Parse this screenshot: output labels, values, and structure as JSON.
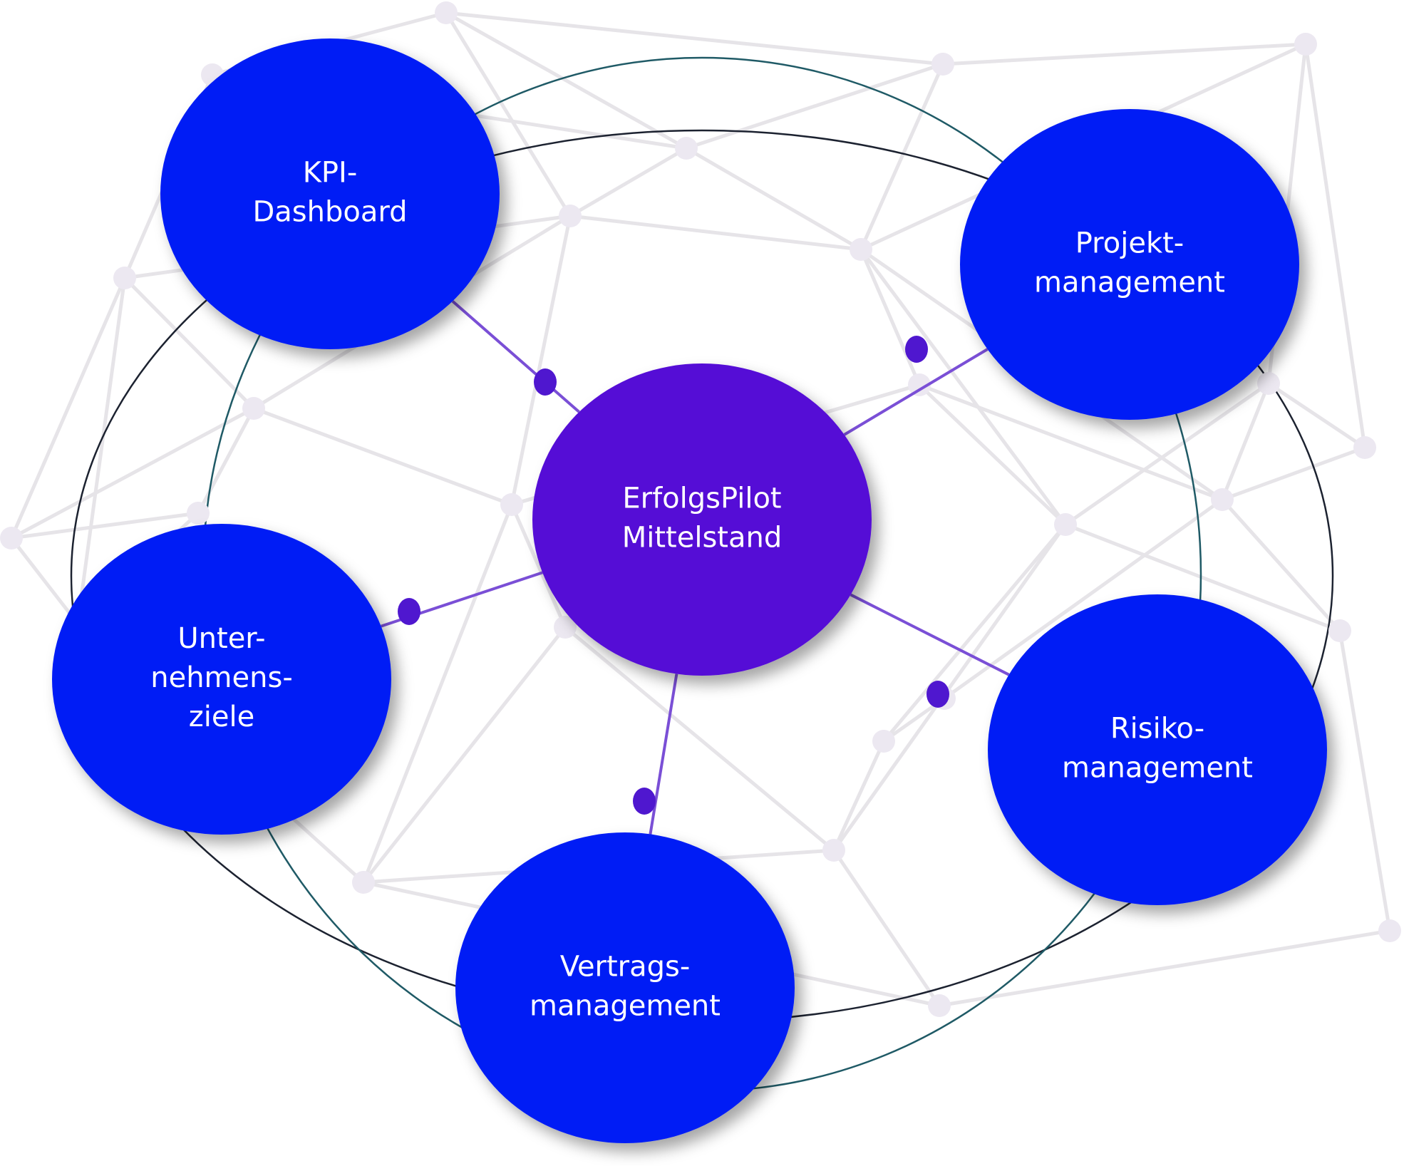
{
  "diagram": {
    "center": {
      "id": "center",
      "lines": [
        "ErfolgsPilot",
        "Mittelstand"
      ],
      "color": "#5510d6"
    },
    "satellites": [
      {
        "id": "kpi",
        "lines": [
          "KPI-",
          "Dashboard"
        ],
        "color": "#001ef5"
      },
      {
        "id": "projekt",
        "lines": [
          "Projekt-",
          "management"
        ],
        "color": "#001ef5"
      },
      {
        "id": "ziele",
        "lines": [
          "Unter-",
          "nehmens-",
          "ziele"
        ],
        "color": "#001ef5"
      },
      {
        "id": "risiko",
        "lines": [
          "Risiko-",
          "management"
        ],
        "color": "#001ef5"
      },
      {
        "id": "vertrag",
        "lines": [
          "Vertrags-",
          "management"
        ],
        "color": "#001ef5"
      }
    ],
    "colors": {
      "spoke": "#7a4fd6",
      "connector_dot": "#4f17cf",
      "mesh_line": "#e6e4e8",
      "mesh_dot": "#ece8f1",
      "orbit_dark": "#1c2230",
      "orbit_teal": "#1f5a66"
    }
  }
}
